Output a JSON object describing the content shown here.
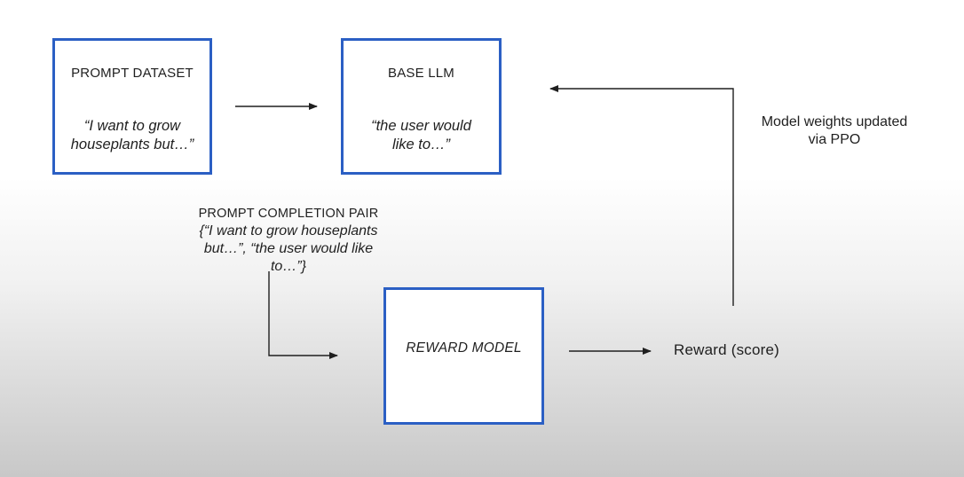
{
  "prompt_dataset": {
    "title": "PROMPT DATASET",
    "quote_line1": "“I want to grow",
    "quote_line2": "houseplants but…”"
  },
  "base_llm": {
    "title": "BASE LLM",
    "quote_line1": "“the user would",
    "quote_line2": "like to…”"
  },
  "prompt_completion_pair": {
    "title": "PROMPT COMPLETION PAIR",
    "line1": "{“I want to grow houseplants",
    "line2": "but…”, “the user would like",
    "line3": "to…”}"
  },
  "reward_model": {
    "title": "REWARD MODEL"
  },
  "reward_output": {
    "label": "Reward (score)"
  },
  "update_note": {
    "line1": "Model weights updated",
    "line2": "via PPO"
  },
  "colors": {
    "box_border": "#2b5fc4",
    "arrow": "#1f1f1f"
  }
}
